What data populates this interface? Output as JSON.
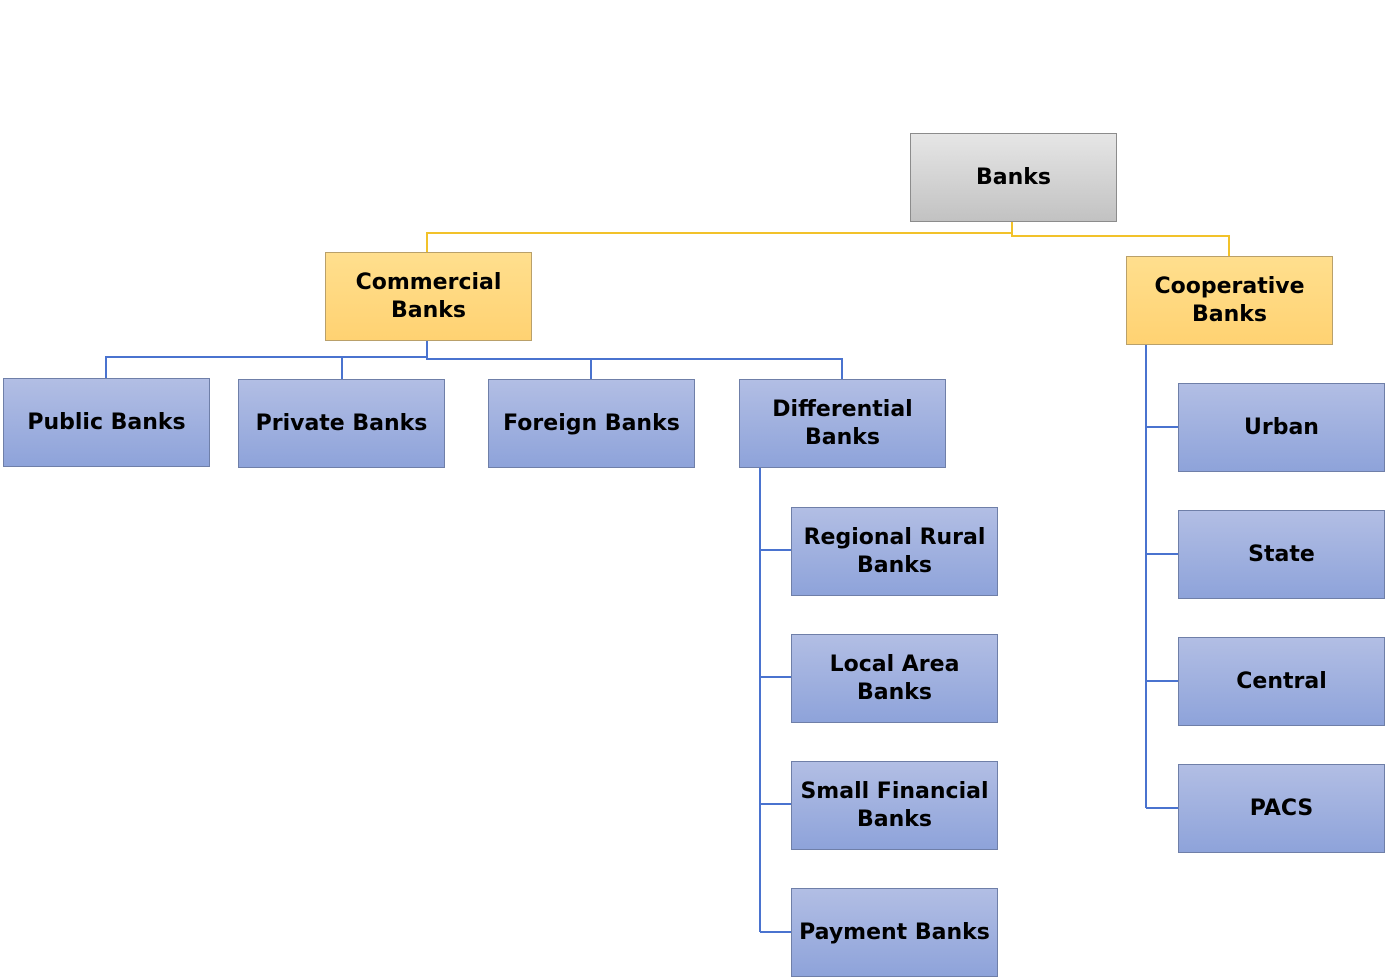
{
  "diagram": {
    "root": {
      "label": "Banks"
    },
    "commercial": {
      "label": "Commercial\nBanks",
      "children": [
        {
          "label": "Public Banks"
        },
        {
          "label": "Private Banks"
        },
        {
          "label": "Foreign Banks"
        },
        {
          "label": "Differential\nBanks"
        }
      ]
    },
    "differential_children": [
      {
        "label": "Regional Rural\nBanks"
      },
      {
        "label": "Local Area\nBanks"
      },
      {
        "label": "Small Financial\nBanks"
      },
      {
        "label": "Payment Banks"
      }
    ],
    "cooperative": {
      "label": "Cooperative\nBanks",
      "children": [
        {
          "label": "Urban"
        },
        {
          "label": "State"
        },
        {
          "label": "Central"
        },
        {
          "label": "PACS"
        }
      ]
    }
  }
}
